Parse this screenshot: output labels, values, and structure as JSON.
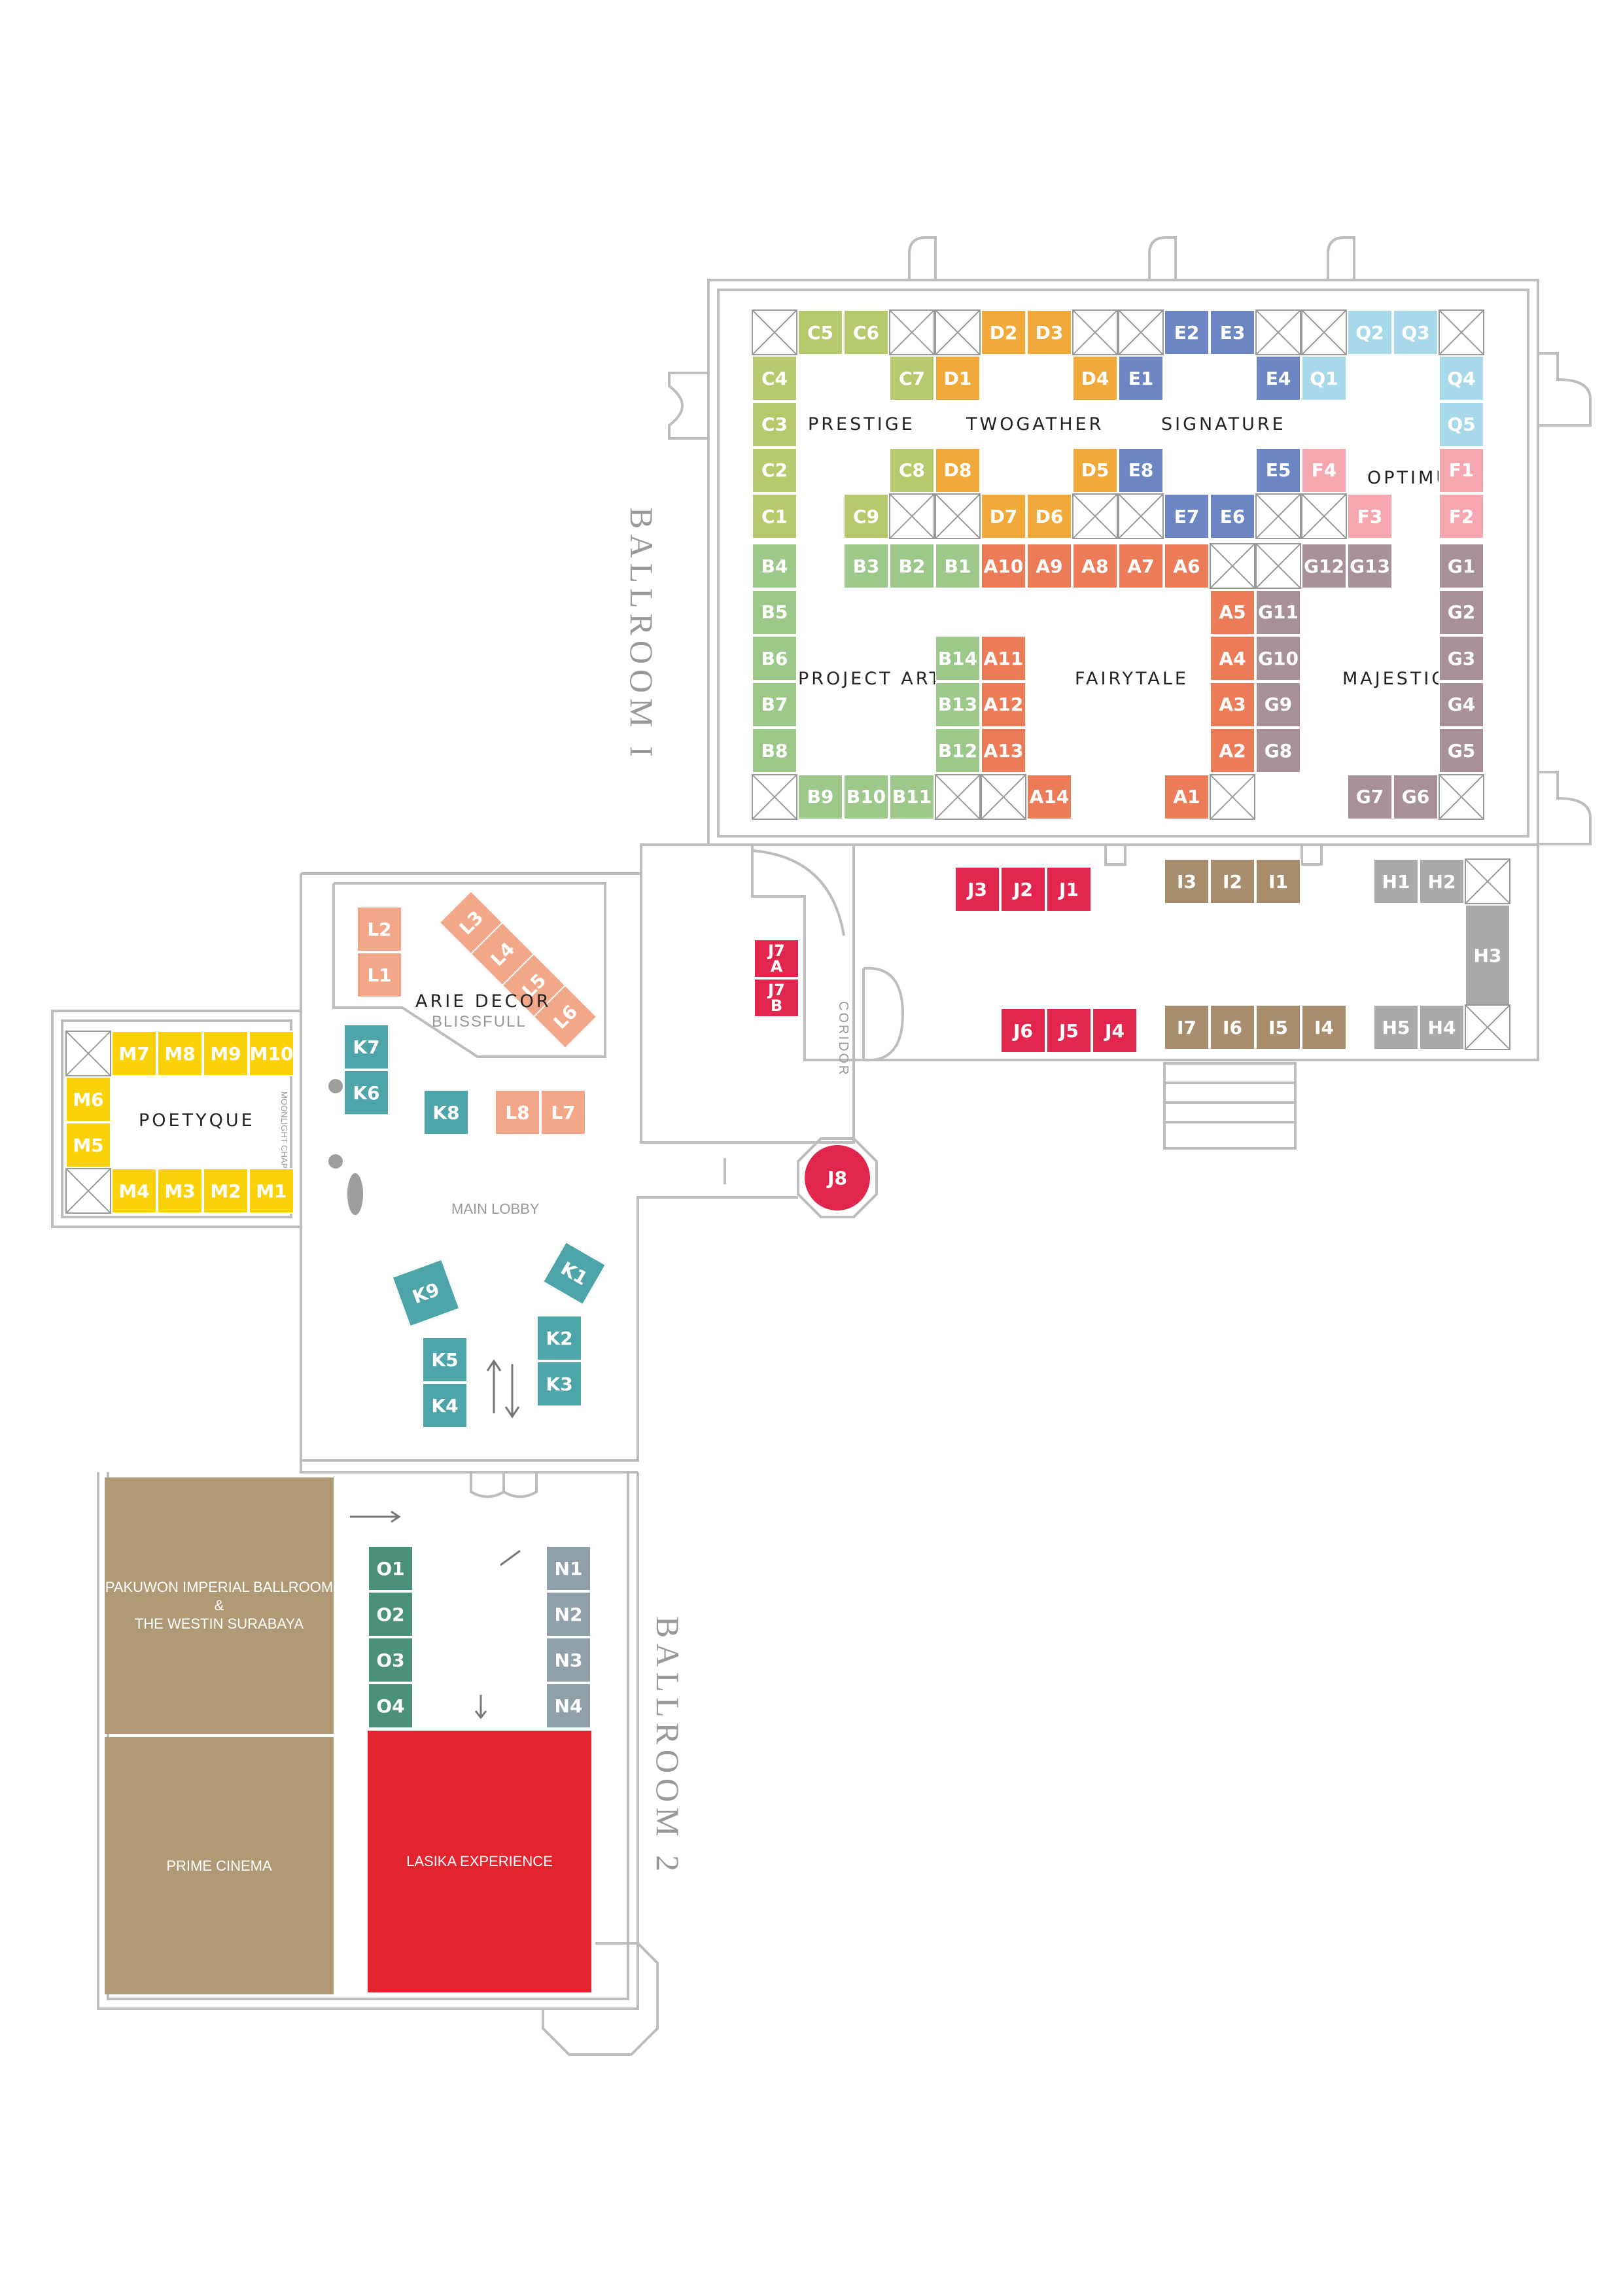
{
  "colors": {
    "green": "#9cc88a",
    "lime": "#b7c96d",
    "orange": "#f1a93a",
    "blue": "#6b86c3",
    "sky": "#a8d9ea",
    "pink": "#f5a6ae",
    "coral": "#ec7c58",
    "mauve": "#a89099",
    "red": "#e2264e",
    "brown": "#a78d6b",
    "gray": "#a9a9a9",
    "salmon": "#f2a888",
    "teal": "#4da4a9",
    "yellow": "#fbd20a",
    "dkgreen": "#4b9078",
    "slate": "#8fa0a8",
    "tan": "#b09a76",
    "scarlet": "#e3232d"
  },
  "rooms": {
    "ballroom1": "BALLROOM I",
    "ballroom2": "BALLROOM 2",
    "corridor": "CORIDOR",
    "main_lobby": "MAIN LOBBY",
    "chapel": "MOONLIGHT CHAPEL",
    "blissfull": "BLISSFULL"
  },
  "zones": {
    "prestige": "PRESTIGE",
    "twogather": "TWOGATHER",
    "signature": "SIGNATURE",
    "optimus": "OPTIMUS",
    "project_art": "PROJECT ART",
    "fairytale": "FAIRYTALE",
    "majestic": "MAJESTIC",
    "arie_decor": "ARIE DECOR",
    "poetyque": "POETYQUE"
  },
  "blocks": {
    "pakuwon_1": "PAKUWON IMPERIAL BALLROOM",
    "pakuwon_2": "&",
    "pakuwon_3": "THE WESTIN SURABAYA",
    "prime": "PRIME CINEMA",
    "lasika": "LASIKA EXPERIENCE"
  },
  "booths": [
    {
      "id": "C5",
      "c": "lime",
      "col": 1,
      "row": 0
    },
    {
      "id": "C6",
      "c": "lime",
      "col": 2,
      "row": 0
    },
    {
      "id": "D2",
      "c": "orange",
      "col": 5,
      "row": 0
    },
    {
      "id": "D3",
      "c": "orange",
      "col": 6,
      "row": 0
    },
    {
      "id": "E2",
      "c": "blue",
      "col": 9,
      "row": 0
    },
    {
      "id": "E3",
      "c": "blue",
      "col": 10,
      "row": 0
    },
    {
      "id": "Q2",
      "c": "sky",
      "col": 13,
      "row": 0
    },
    {
      "id": "Q3",
      "c": "sky",
      "col": 14,
      "row": 0
    },
    {
      "id": "C4",
      "c": "lime",
      "col": 0,
      "row": 1
    },
    {
      "id": "C7",
      "c": "lime",
      "col": 3,
      "row": 1
    },
    {
      "id": "D1",
      "c": "orange",
      "col": 4,
      "row": 1
    },
    {
      "id": "D4",
      "c": "orange",
      "col": 7,
      "row": 1
    },
    {
      "id": "E1",
      "c": "blue",
      "col": 8,
      "row": 1
    },
    {
      "id": "E4",
      "c": "blue",
      "col": 11,
      "row": 1
    },
    {
      "id": "Q1",
      "c": "sky",
      "col": 12,
      "row": 1
    },
    {
      "id": "Q4",
      "c": "sky",
      "col": 15,
      "row": 1
    },
    {
      "id": "C3",
      "c": "lime",
      "col": 0,
      "row": 2
    },
    {
      "id": "Q5",
      "c": "sky",
      "col": 15,
      "row": 2
    },
    {
      "id": "C2",
      "c": "lime",
      "col": 0,
      "row": 3
    },
    {
      "id": "C8",
      "c": "lime",
      "col": 3,
      "row": 3
    },
    {
      "id": "D8",
      "c": "orange",
      "col": 4,
      "row": 3
    },
    {
      "id": "D5",
      "c": "orange",
      "col": 7,
      "row": 3
    },
    {
      "id": "E8",
      "c": "blue",
      "col": 8,
      "row": 3
    },
    {
      "id": "E5",
      "c": "blue",
      "col": 11,
      "row": 3
    },
    {
      "id": "F4",
      "c": "pink",
      "col": 12,
      "row": 3
    },
    {
      "id": "F1",
      "c": "pink",
      "col": 15,
      "row": 3
    },
    {
      "id": "C1",
      "c": "lime",
      "col": 0,
      "row": 4
    },
    {
      "id": "C9",
      "c": "lime",
      "col": 2,
      "row": 4
    },
    {
      "id": "D7",
      "c": "orange",
      "col": 5,
      "row": 4
    },
    {
      "id": "D6",
      "c": "orange",
      "col": 6,
      "row": 4
    },
    {
      "id": "E7",
      "c": "blue",
      "col": 9,
      "row": 4
    },
    {
      "id": "E6",
      "c": "blue",
      "col": 10,
      "row": 4
    },
    {
      "id": "F3",
      "c": "pink",
      "col": 13,
      "row": 4
    },
    {
      "id": "F2",
      "c": "pink",
      "col": 15,
      "row": 4
    },
    {
      "id": "B4",
      "c": "green",
      "col": 0,
      "row": 5
    },
    {
      "id": "B3",
      "c": "green",
      "col": 2,
      "row": 5
    },
    {
      "id": "B2",
      "c": "green",
      "col": 3,
      "row": 5
    },
    {
      "id": "B1",
      "c": "green",
      "col": 4,
      "row": 5
    },
    {
      "id": "A10",
      "c": "coral",
      "col": 5,
      "row": 5
    },
    {
      "id": "A9",
      "c": "coral",
      "col": 6,
      "row": 5
    },
    {
      "id": "A8",
      "c": "coral",
      "col": 7,
      "row": 5
    },
    {
      "id": "A7",
      "c": "coral",
      "col": 8,
      "row": 5
    },
    {
      "id": "A6",
      "c": "coral",
      "col": 9,
      "row": 5
    },
    {
      "id": "G12",
      "c": "mauve",
      "col": 12,
      "row": 5
    },
    {
      "id": "G13",
      "c": "mauve",
      "col": 13,
      "row": 5
    },
    {
      "id": "G1",
      "c": "mauve",
      "col": 15,
      "row": 5
    },
    {
      "id": "B5",
      "c": "green",
      "col": 0,
      "row": 6
    },
    {
      "id": "A5",
      "c": "coral",
      "col": 10,
      "row": 6
    },
    {
      "id": "G11",
      "c": "mauve",
      "col": 11,
      "row": 6
    },
    {
      "id": "G2",
      "c": "mauve",
      "col": 15,
      "row": 6
    },
    {
      "id": "B6",
      "c": "green",
      "col": 0,
      "row": 7
    },
    {
      "id": "B14",
      "c": "green",
      "col": 4,
      "row": 7
    },
    {
      "id": "A11",
      "c": "coral",
      "col": 5,
      "row": 7
    },
    {
      "id": "A4",
      "c": "coral",
      "col": 10,
      "row": 7
    },
    {
      "id": "G10",
      "c": "mauve",
      "col": 11,
      "row": 7
    },
    {
      "id": "G3",
      "c": "mauve",
      "col": 15,
      "row": 7
    },
    {
      "id": "B7",
      "c": "green",
      "col": 0,
      "row": 8
    },
    {
      "id": "B13",
      "c": "green",
      "col": 4,
      "row": 8
    },
    {
      "id": "A12",
      "c": "coral",
      "col": 5,
      "row": 8
    },
    {
      "id": "A3",
      "c": "coral",
      "col": 10,
      "row": 8
    },
    {
      "id": "G9",
      "c": "mauve",
      "col": 11,
      "row": 8
    },
    {
      "id": "G4",
      "c": "mauve",
      "col": 15,
      "row": 8
    },
    {
      "id": "B8",
      "c": "green",
      "col": 0,
      "row": 9
    },
    {
      "id": "B12",
      "c": "green",
      "col": 4,
      "row": 9
    },
    {
      "id": "A13",
      "c": "coral",
      "col": 5,
      "row": 9
    },
    {
      "id": "A2",
      "c": "coral",
      "col": 10,
      "row": 9
    },
    {
      "id": "G8",
      "c": "mauve",
      "col": 11,
      "row": 9
    },
    {
      "id": "G5",
      "c": "mauve",
      "col": 15,
      "row": 9
    },
    {
      "id": "B9",
      "c": "green",
      "col": 1,
      "row": 10
    },
    {
      "id": "B10",
      "c": "green",
      "col": 2,
      "row": 10
    },
    {
      "id": "B11",
      "c": "green",
      "col": 3,
      "row": 10
    },
    {
      "id": "A14",
      "c": "coral",
      "col": 6,
      "row": 10
    },
    {
      "id": "A1",
      "c": "coral",
      "col": 9,
      "row": 10
    },
    {
      "id": "G7",
      "c": "mauve",
      "col": 13,
      "row": 10
    },
    {
      "id": "G6",
      "c": "mauve",
      "col": 14,
      "row": 10
    }
  ],
  "crossed": [
    [
      0,
      0
    ],
    [
      3,
      0
    ],
    [
      4,
      0
    ],
    [
      7,
      0
    ],
    [
      8,
      0
    ],
    [
      11,
      0
    ],
    [
      12,
      0
    ],
    [
      15,
      0
    ],
    [
      3,
      4
    ],
    [
      4,
      4
    ],
    [
      7,
      4
    ],
    [
      8,
      4
    ],
    [
      11,
      4
    ],
    [
      12,
      4
    ],
    [
      10,
      5
    ],
    [
      11,
      5
    ],
    [
      0,
      10
    ],
    [
      4,
      10
    ],
    [
      5,
      10
    ],
    [
      10,
      10
    ],
    [
      15,
      10
    ]
  ],
  "free_booths": [
    {
      "id": "J3",
      "c": "red",
      "l": 1459,
      "t": 1324
    },
    {
      "id": "J2",
      "c": "red",
      "l": 1529,
      "t": 1324
    },
    {
      "id": "J1",
      "c": "red",
      "l": 1599,
      "t": 1324
    },
    {
      "id": "I3",
      "c": "brown",
      "l": 1779,
      "t": 1312
    },
    {
      "id": "I2",
      "c": "brown",
      "l": 1849,
      "t": 1312
    },
    {
      "id": "I1",
      "c": "brown",
      "l": 1919,
      "t": 1312
    },
    {
      "id": "H1",
      "c": "gray",
      "l": 2099,
      "t": 1312
    },
    {
      "id": "H2",
      "c": "gray",
      "l": 2169,
      "t": 1312
    },
    {
      "id": "J6",
      "c": "red",
      "l": 1529,
      "t": 1540
    },
    {
      "id": "J5",
      "c": "red",
      "l": 1599,
      "t": 1540
    },
    {
      "id": "J4",
      "c": "red",
      "l": 1669,
      "t": 1540
    },
    {
      "id": "I7",
      "c": "brown",
      "l": 1779,
      "t": 1535
    },
    {
      "id": "I6",
      "c": "brown",
      "l": 1849,
      "t": 1535
    },
    {
      "id": "I5",
      "c": "brown",
      "l": 1919,
      "t": 1535
    },
    {
      "id": "I4",
      "c": "brown",
      "l": 1989,
      "t": 1535
    },
    {
      "id": "H5",
      "c": "gray",
      "l": 2099,
      "t": 1535
    },
    {
      "id": "H4",
      "c": "gray",
      "l": 2169,
      "t": 1535
    },
    {
      "id": "L2",
      "c": "salmon",
      "l": 545,
      "t": 1385
    },
    {
      "id": "L1",
      "c": "salmon",
      "l": 545,
      "t": 1455
    },
    {
      "id": "L8",
      "c": "salmon",
      "l": 756,
      "t": 1665
    },
    {
      "id": "L7",
      "c": "salmon",
      "l": 826,
      "t": 1665
    },
    {
      "id": "K7",
      "c": "teal",
      "l": 525,
      "t": 1565
    },
    {
      "id": "K6",
      "c": "teal",
      "l": 525,
      "t": 1635
    },
    {
      "id": "K8",
      "c": "teal",
      "l": 647,
      "t": 1665
    },
    {
      "id": "K5",
      "c": "teal",
      "l": 645,
      "t": 2043
    },
    {
      "id": "K4",
      "c": "teal",
      "l": 645,
      "t": 2113
    },
    {
      "id": "K2",
      "c": "teal",
      "l": 820,
      "t": 2010
    },
    {
      "id": "K3",
      "c": "teal",
      "l": 820,
      "t": 2080
    },
    {
      "id": "M7",
      "c": "yellow",
      "l": 170,
      "t": 1575
    },
    {
      "id": "M8",
      "c": "yellow",
      "l": 240,
      "t": 1575
    },
    {
      "id": "M9",
      "c": "yellow",
      "l": 310,
      "t": 1575
    },
    {
      "id": "M10",
      "c": "yellow",
      "l": 380,
      "t": 1575
    },
    {
      "id": "M6",
      "c": "yellow",
      "l": 100,
      "t": 1645
    },
    {
      "id": "M5",
      "c": "yellow",
      "l": 100,
      "t": 1715
    },
    {
      "id": "M4",
      "c": "yellow",
      "l": 170,
      "t": 1785
    },
    {
      "id": "M3",
      "c": "yellow",
      "l": 240,
      "t": 1785
    },
    {
      "id": "M2",
      "c": "yellow",
      "l": 310,
      "t": 1785
    },
    {
      "id": "M1",
      "c": "yellow",
      "l": 380,
      "t": 1785
    },
    {
      "id": "O1",
      "c": "dkgreen",
      "l": 562,
      "t": 2362
    },
    {
      "id": "O2",
      "c": "dkgreen",
      "l": 562,
      "t": 2432
    },
    {
      "id": "O3",
      "c": "dkgreen",
      "l": 562,
      "t": 2502
    },
    {
      "id": "O4",
      "c": "dkgreen",
      "l": 562,
      "t": 2572
    },
    {
      "id": "N1",
      "c": "slate",
      "l": 834,
      "t": 2362
    },
    {
      "id": "N2",
      "c": "slate",
      "l": 834,
      "t": 2432
    },
    {
      "id": "N3",
      "c": "slate",
      "l": 834,
      "t": 2502
    },
    {
      "id": "N4",
      "c": "slate",
      "l": 834,
      "t": 2572
    }
  ],
  "special": {
    "h3": "H3",
    "j7a": "J7\nA",
    "j7b": "J7\nB",
    "j8": "J8",
    "k9": "K9",
    "k1": "K1",
    "l3": "L3",
    "l4": "L4",
    "l5": "L5",
    "l6": "L6"
  }
}
